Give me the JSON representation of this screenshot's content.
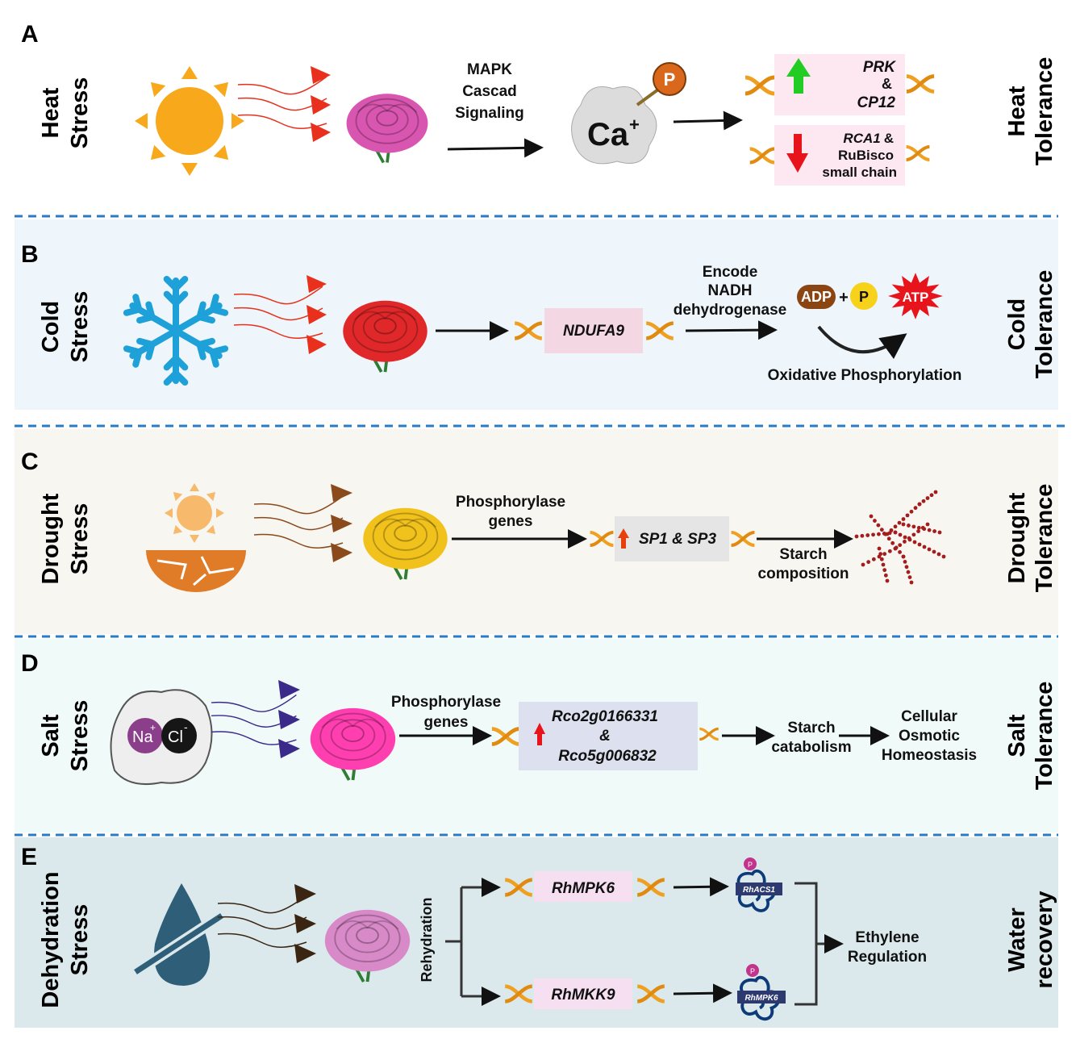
{
  "colors": {
    "divider": "#2a7bc4",
    "panel_b_bg": "#eef6fb",
    "panel_c_bg": "#f7f6f0",
    "panel_d_bg": "#f0faf9",
    "panel_e_bg": "#dbe9ec",
    "gene_helix": "#f0a020",
    "gene_box_pink": "#fde7f1",
    "up_arrow_green": "#22cc22",
    "down_arrow_red": "#e8141c"
  },
  "panels": {
    "A": {
      "letter": "A",
      "stress": [
        "Heat",
        "Stress"
      ],
      "tolerance": [
        "Heat",
        "Tolerance"
      ],
      "signaling": [
        "MAPK",
        "Cascad",
        "Signaling"
      ],
      "calcium": "Ca",
      "calcium_sup": "+",
      "phosphate": "P",
      "up_genes": [
        "PRK",
        "&",
        "CP12"
      ],
      "down_genes": [
        "RCA1",
        "&",
        "RuBisco",
        "small chain"
      ],
      "icons": [
        "sun-icon",
        "rose-icon",
        "calcium-ion-icon",
        "phosphate-icon",
        "dna-helix-icon",
        "up-arrow-icon",
        "down-arrow-icon"
      ]
    },
    "B": {
      "letter": "B",
      "stress": [
        "Cold",
        "Stress"
      ],
      "tolerance": [
        "Cold",
        "Tolerance"
      ],
      "gene": "NDUFA9",
      "encode": [
        "Encode",
        "NADH",
        "dehydrogenase"
      ],
      "adp": "ADP",
      "plus": "+",
      "phosphate": "P",
      "atp": "ATP",
      "process": "Oxidative Phosphorylation",
      "icons": [
        "snowflake-icon",
        "rose-icon",
        "atp-burst-icon"
      ]
    },
    "C": {
      "letter": "C",
      "stress": [
        "Drought",
        "Stress"
      ],
      "tolerance": [
        "Drought",
        "Tolerance"
      ],
      "genes_label": [
        "Phosphorylase",
        "genes"
      ],
      "genes": "SP1 & SP3",
      "outcome": [
        "Starch",
        "composition"
      ],
      "icons": [
        "drought-sun-soil-icon",
        "rose-icon",
        "starch-branch-icon"
      ]
    },
    "D": {
      "letter": "D",
      "stress": [
        "Salt",
        "Stress"
      ],
      "tolerance": [
        "Salt",
        "Tolerance"
      ],
      "na": "Na",
      "na_sup": "+",
      "cl": "Cl",
      "cl_sup": "-",
      "genes_label": [
        "Phosphorylase",
        "genes"
      ],
      "genes": [
        "Rco2g0166331",
        "&",
        "Rco5g006832"
      ],
      "step": [
        "Starch",
        "catabolism"
      ],
      "outcome": [
        "Cellular",
        "Osmotic",
        "Homeostasis"
      ],
      "icons": [
        "salt-crystal-icon",
        "rose-icon"
      ]
    },
    "E": {
      "letter": "E",
      "stress": [
        "Dehydration",
        "Stress"
      ],
      "tolerance": [
        "Water",
        "recovery"
      ],
      "rehydration": "Rehydration",
      "gene_top": "RhMPK6",
      "gene_bottom": "RhMKK9",
      "protein_top": "RhACS1",
      "protein_bottom": "RhMPK6",
      "phosphate": "P",
      "outcome": [
        "Ethylene",
        "Regulation"
      ],
      "icons": [
        "no-water-drop-icon",
        "rose-icon",
        "protein-icon"
      ]
    }
  }
}
